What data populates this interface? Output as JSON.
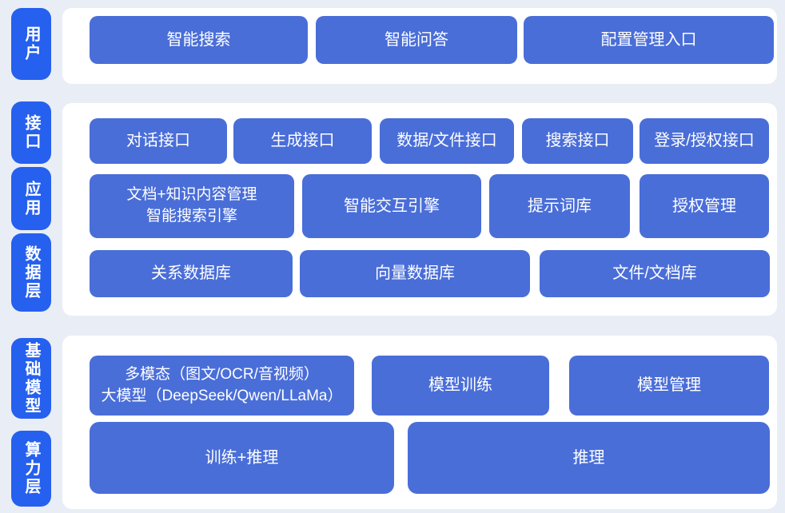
{
  "colors": {
    "tag_blue": "#2560ef",
    "button_blue": "#4a6ed8",
    "background": "#e9edf6",
    "panel_white": "#ffffff",
    "text_white": "#ffffff"
  },
  "sections": {
    "user": {
      "tag": "用户",
      "buttons": {
        "search": "智能搜索",
        "qa": "智能问答",
        "config": "配置管理入口"
      }
    },
    "middle": {
      "tags": {
        "interface": "接口",
        "application": "应用",
        "data": "数据层"
      },
      "interface_row": {
        "dialog": "对话接口",
        "generate": "生成接口",
        "data_file": "数据/文件接口",
        "search": "搜索接口",
        "login": "登录/授权接口"
      },
      "application_row": {
        "doc_line1": "文档+知识内容管理",
        "doc_line2": "智能搜索引擎",
        "interaction": "智能交互引擎",
        "prompt_lib": "提示词库",
        "auth": "授权管理"
      },
      "data_row": {
        "relational": "关系数据库",
        "vector": "向量数据库",
        "file": "文件/文档库"
      }
    },
    "bottom": {
      "tags": {
        "model": "基础模型",
        "compute": "算力层"
      },
      "model_row": {
        "multimodal_line1": "多模态（图文/OCR/音视频）",
        "multimodal_line2": "大模型（DeepSeek/Qwen/LLaMa）",
        "train": "模型训练",
        "manage": "模型管理"
      },
      "compute_row": {
        "train_infer": "训练+推理",
        "infer": "推理"
      }
    }
  }
}
